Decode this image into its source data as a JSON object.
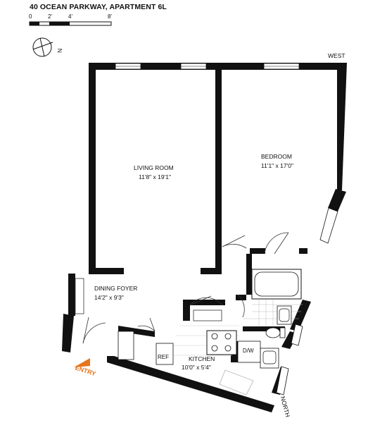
{
  "title": "40 OCEAN PARKWAY, APARTMENT 6L",
  "scale": {
    "labels": [
      "0",
      "2'",
      "4'",
      "8'"
    ]
  },
  "compass": {
    "letter": "N"
  },
  "orientation": {
    "west": "WEST",
    "north": "NORTH"
  },
  "rooms": {
    "living": {
      "name": "LIVING ROOM",
      "dims": "11'8\" x 19'1\""
    },
    "bedroom": {
      "name": "BEDROOM",
      "dims": "11'1\" x 17'0\""
    },
    "dining": {
      "name": "DINING FOYER",
      "dims": "14'2\" x 9'3\""
    },
    "kitchen": {
      "name": "KITCHEN",
      "dims": "10'0\" x 5'4\""
    }
  },
  "fixtures": {
    "ref": "REF",
    "dw": "D/W"
  },
  "entry": {
    "label": "ENTRY"
  },
  "colors": {
    "wall": "#111111",
    "entry": "#e8751a",
    "line": "#333333"
  }
}
